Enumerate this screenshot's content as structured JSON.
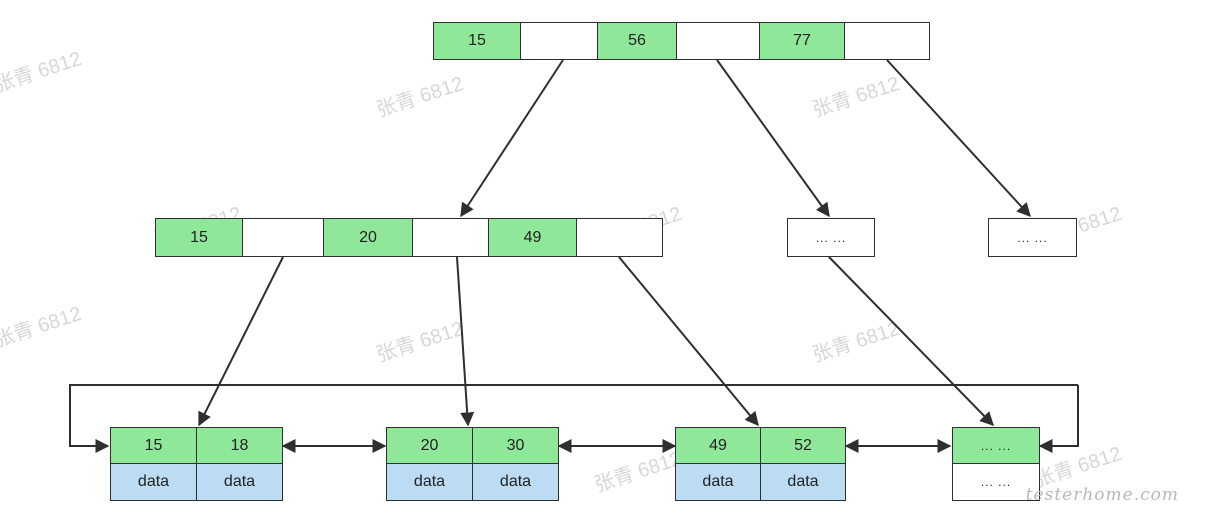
{
  "root_node": {
    "keys": [
      "15",
      "56",
      "77"
    ]
  },
  "internal_node": {
    "keys": [
      "15",
      "20",
      "49"
    ]
  },
  "placeholder_nodes": [
    "... ...",
    "... ..."
  ],
  "leaves": [
    {
      "keys": [
        "15",
        "18"
      ],
      "data": [
        "data",
        "data"
      ]
    },
    {
      "keys": [
        "20",
        "30"
      ],
      "data": [
        "data",
        "data"
      ]
    },
    {
      "keys": [
        "49",
        "52"
      ],
      "data": [
        "data",
        "data"
      ]
    },
    {
      "keys": [
        "... ...",
        ""
      ],
      "data": [
        "... ...",
        ""
      ]
    }
  ],
  "watermark_text": "张青 6812",
  "brand_text": "testerhome.com",
  "colors": {
    "key_fill": "#8fe89a",
    "data_fill": "#bcdcf3",
    "line": "#2f2f2f"
  }
}
